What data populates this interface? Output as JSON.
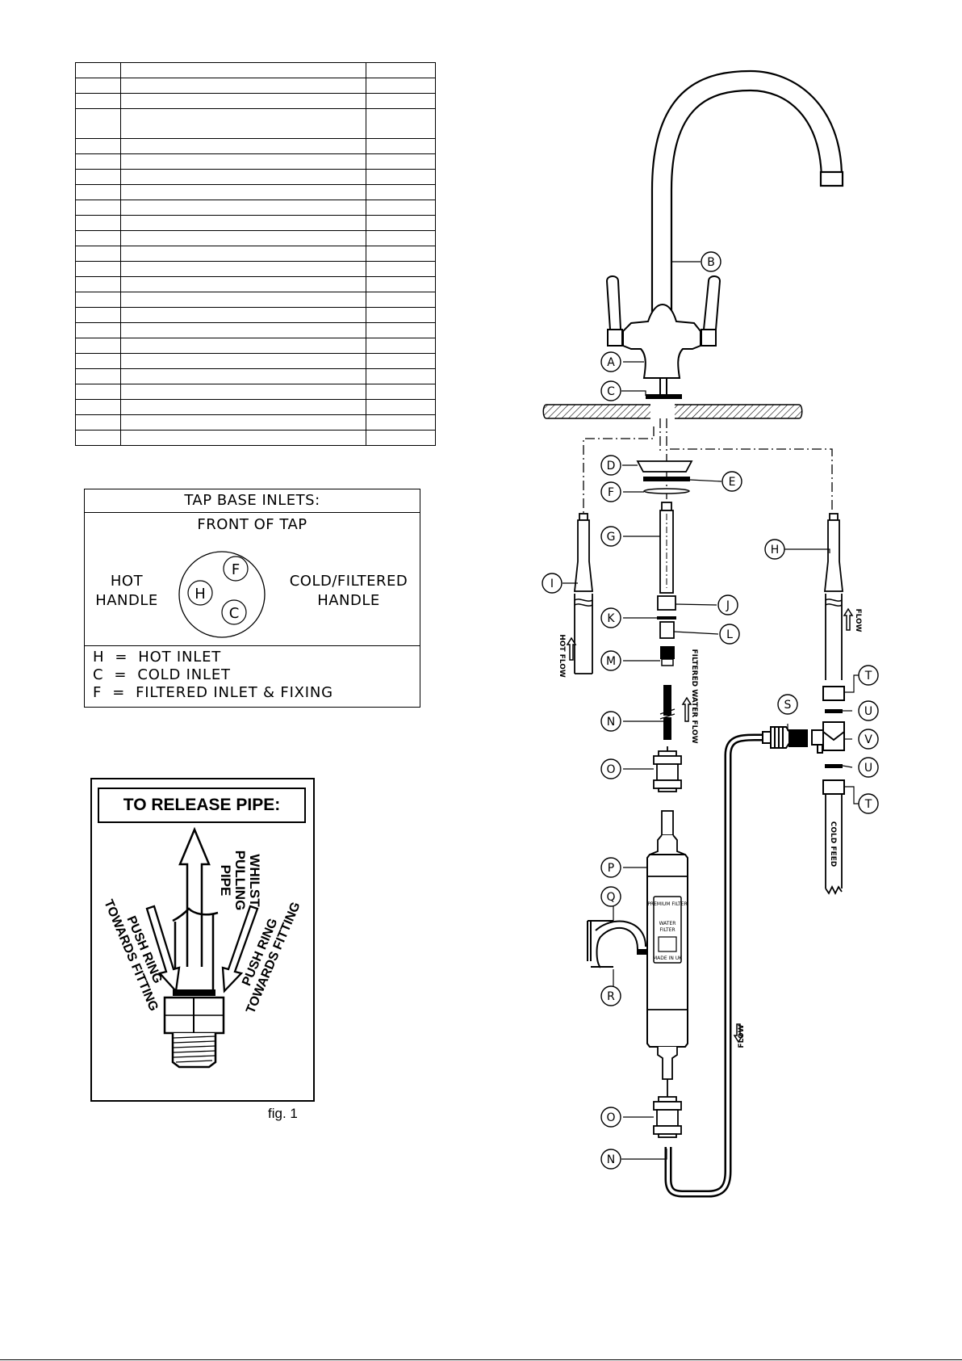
{
  "parts_table": {
    "row_count": 24,
    "tall_rows": [
      3
    ]
  },
  "tap_base_inlets": {
    "title": "TAP BASE INLETS:",
    "front": "FRONT OF TAP",
    "hot_handle": [
      "HOT",
      "HANDLE"
    ],
    "cold_handle": [
      "COLD/FILTERED",
      "HANDLE"
    ],
    "circle_labels": {
      "f": "F",
      "h": "H",
      "c": "C"
    },
    "legend": [
      "H  =  HOT INLET",
      "C  =  COLD INLET",
      "F  =  FILTERED INLET & FIXING"
    ]
  },
  "release_pipe": {
    "title": "TO RELEASE PIPE:",
    "whilst": [
      "WHILST",
      "PULLING",
      "PIPE"
    ],
    "push_left": [
      "PUSH RING",
      "TOWARDS FITTING"
    ],
    "push_right": [
      "PUSH RING",
      "TOWARDS FITTING"
    ],
    "caption": "fig. 1"
  },
  "exploded": {
    "callouts": {
      "a": "A",
      "b": "B",
      "c": "C",
      "d": "D",
      "e": "E",
      "f": "F",
      "g": "G",
      "h": "H",
      "i": "I",
      "j": "J",
      "k": "K",
      "l": "L",
      "m": "M",
      "n1": "N",
      "o1": "O",
      "p": "P",
      "q": "Q",
      "r": "R",
      "s": "S",
      "t1": "T",
      "u1": "U",
      "v": "V",
      "u2": "U",
      "t2": "T",
      "o2": "O",
      "n2": "N"
    },
    "hot_flow": "HOT FLOW",
    "flow_right": "FLOW",
    "filtered_flow": "FILTERED WATER FLOW",
    "cold_feed": "COLD FEED",
    "flow_bottom": "FLOW",
    "filter_text": [
      "PREMIUM FILTER",
      "WATER",
      "FILTER",
      "MADE IN UK"
    ]
  }
}
